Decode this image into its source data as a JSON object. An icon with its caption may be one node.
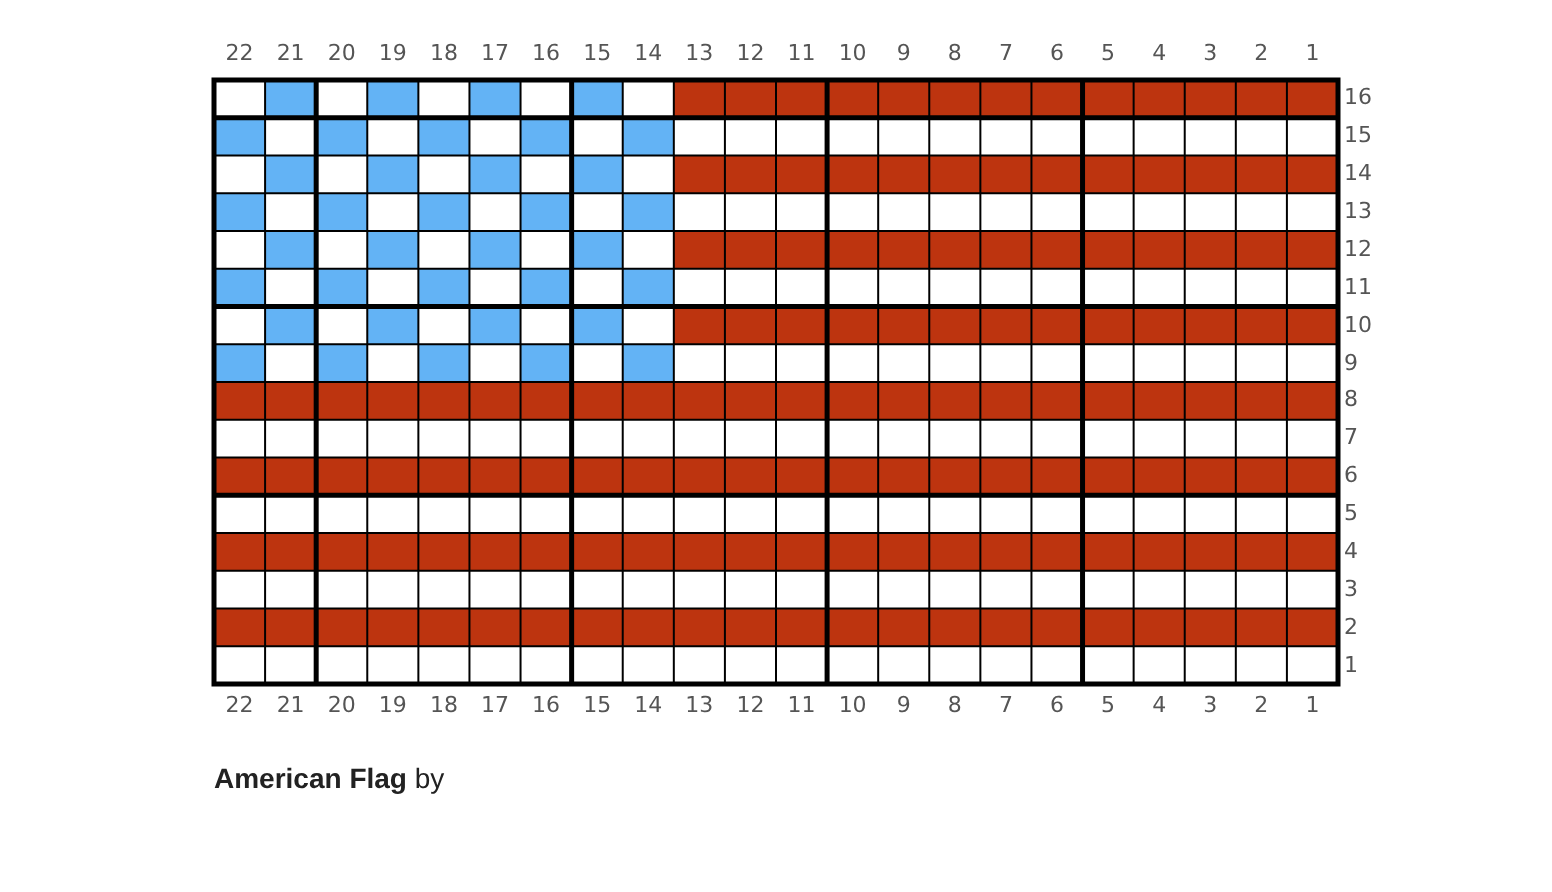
{
  "diagram": {
    "title": "**American Flag** by",
    "labels": [
      "22",
      "21",
      "20",
      "19",
      "18",
      "17",
      "16",
      "15",
      "14",
      "13",
      "12",
      "11",
      "10",
      "9",
      "8",
      "7",
      "6",
      "5",
      "4",
      "3",
      "2",
      "1",
      "16",
      "15",
      "14",
      "13",
      "12",
      "11",
      "10",
      "9",
      "8",
      "7",
      "6",
      "5",
      "4",
      "3",
      "2",
      "1",
      "22",
      "21",
      "20",
      "19",
      "18",
      "17",
      "16",
      "15",
      "14",
      "13",
      "12",
      "11",
      "10",
      "9",
      "8",
      "7",
      "6",
      "5",
      "4",
      "3",
      "2",
      "1"
    ]
  }
}
